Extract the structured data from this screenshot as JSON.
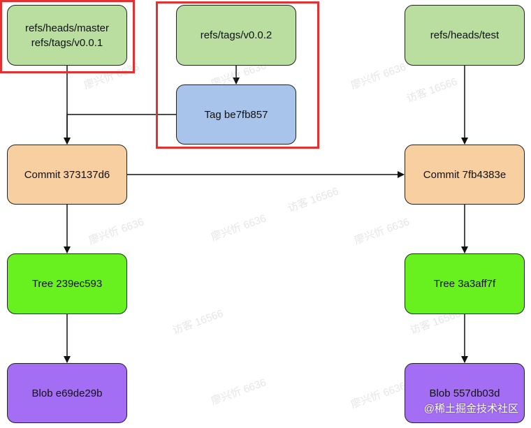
{
  "nodes": {
    "ref_master": {
      "lines": [
        "refs/heads/master",
        "refs/tags/v0.0.1"
      ]
    },
    "ref_tag_v002": {
      "label": "refs/tags/v0.0.2"
    },
    "ref_test": {
      "label": "refs/heads/test"
    },
    "tag_object": {
      "label": "Tag be7fb857"
    },
    "commit_left": {
      "label": "Commit 373137d6"
    },
    "commit_right": {
      "label": "Commit 7fb4383e"
    },
    "tree_left": {
      "label": "Tree 239ec593"
    },
    "tree_right": {
      "label": "Tree 3a3aff7f"
    },
    "blob_left": {
      "label": "Blob e69de29b"
    },
    "blob_right": {
      "label": "Blob 557db03d"
    }
  },
  "watermarks": {
    "texts": [
      "廖兴忻 6636",
      "访客 16566"
    ]
  },
  "site_mark": "@稀土掘金技术社区",
  "colors": {
    "ref": "#b9dea0",
    "tag": "#a9c4ea",
    "commit": "#f8cfa0",
    "tree": "#69f01f",
    "blob": "#a36ef3",
    "highlight": "#e33030"
  }
}
